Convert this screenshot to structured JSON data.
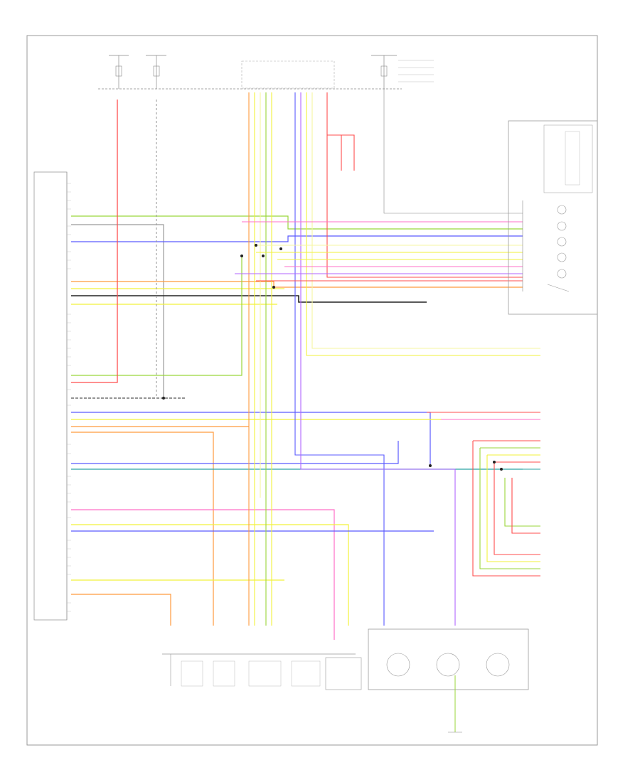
{
  "diagram": {
    "footer_code": "",
    "colors": {
      "red": "#ff4d4d",
      "pink": "#ff6fc8",
      "orange": "#ff9a3c",
      "yellow": "#f2f23a",
      "lightyellow": "#f6f6a0",
      "green": "#9ad63a",
      "blue": "#5a5aff",
      "violet": "#b066ff",
      "teal": "#2aa3a3",
      "gray": "#9a9a9a",
      "black": "#222222"
    },
    "components": [
      "ecu-connector",
      "fuse-block-top",
      "steering-switch",
      "sensor-cluster",
      "ground-block"
    ]
  }
}
